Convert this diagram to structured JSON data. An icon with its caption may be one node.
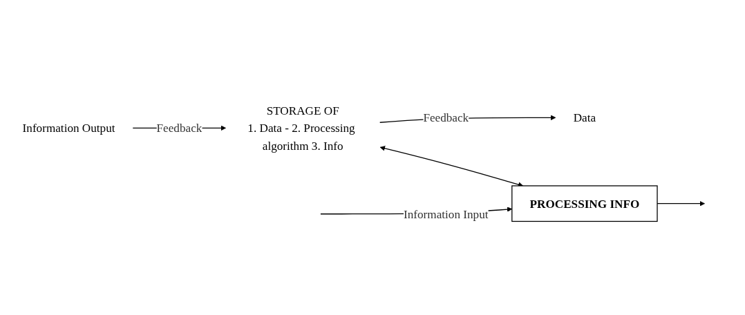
{
  "diagram": {
    "nodes": [
      {
        "text": [
          "STORAGE OF",
          "1. Data - 2. Processing algorithm 3. Info"
        ]
      },
      {
        "text": [
          "Data"
        ]
      },
      {
        "text": [
          "PROCESSING INFO"
        ]
      },
      {
        "text": [
          "Information Output"
        ]
      }
    ],
    "edges": [
      {
        "from": 0,
        "to": 1,
        "arrow": "to",
        "label": "Feedback"
      },
      {
        "from": 0,
        "to": 2,
        "arrow": "both"
      },
      {
        "from": 3,
        "to": 0,
        "arrow": "to",
        "label": "Feedback"
      },
      {
        "from": null,
        "to": 2,
        "arrow": "to",
        "label": "Information Input"
      },
      {
        "from": 2,
        "to": null,
        "arrow": "to"
      }
    ]
  }
}
